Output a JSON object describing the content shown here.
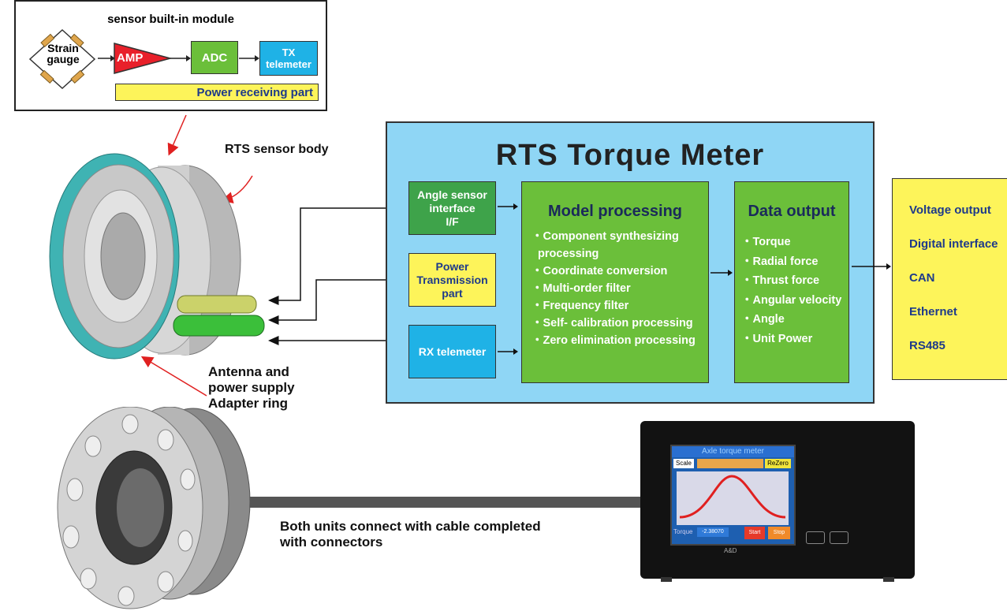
{
  "module": {
    "title": "sensor built-in module",
    "strain_gauge": "Strain\ngauge",
    "amp": "AMP",
    "adc": "ADC",
    "tx": "TX\ntelemeter",
    "power_receiving": "Power receiving part"
  },
  "labels": {
    "rts_sensor_body": "RTS sensor body",
    "antenna": "Antenna and\npower supply\nAdapter ring",
    "cable_caption": "Both units connect with cable completed\nwith connectors"
  },
  "meter": {
    "title": "RTS Torque Meter",
    "angle_sensor": "Angle sensor\ninterface\nI/F",
    "power_transmission": "Power\nTransmission\npart",
    "rx_telemeter": "RX telemeter",
    "model_processing": {
      "title": "Model processing",
      "items": [
        "・Component synthesizing",
        "  processing",
        "・Coordinate conversion",
        "・Multi-order filter",
        "・Frequency filter",
        "・Self- calibration processing",
        "・Zero elimination processing"
      ]
    },
    "data_output": {
      "title": "Data output",
      "items": [
        "・Torque",
        "・Radial force",
        "・Thrust force",
        "・Angular velocity",
        "・Angle",
        "・Unit Power"
      ]
    }
  },
  "outputs": [
    "Voltage output",
    "Digital interface",
    "CAN",
    "Ethernet",
    "RS485"
  ],
  "device_screen": {
    "title": "Axle torque meter",
    "scale": "Scale",
    "rezero": "ReZero",
    "torque": "Torque",
    "value": "-2.38070",
    "start": "Start",
    "stop": "Stop",
    "brand": "A&D"
  },
  "colors": {
    "meter_bg": "#8fd6f5",
    "green": "#6bbf3a",
    "yellow": "#fdf45a",
    "blue": "#1fb2e6",
    "amp_red": "#e8202a",
    "outputs_text": "#1e3a8a"
  }
}
